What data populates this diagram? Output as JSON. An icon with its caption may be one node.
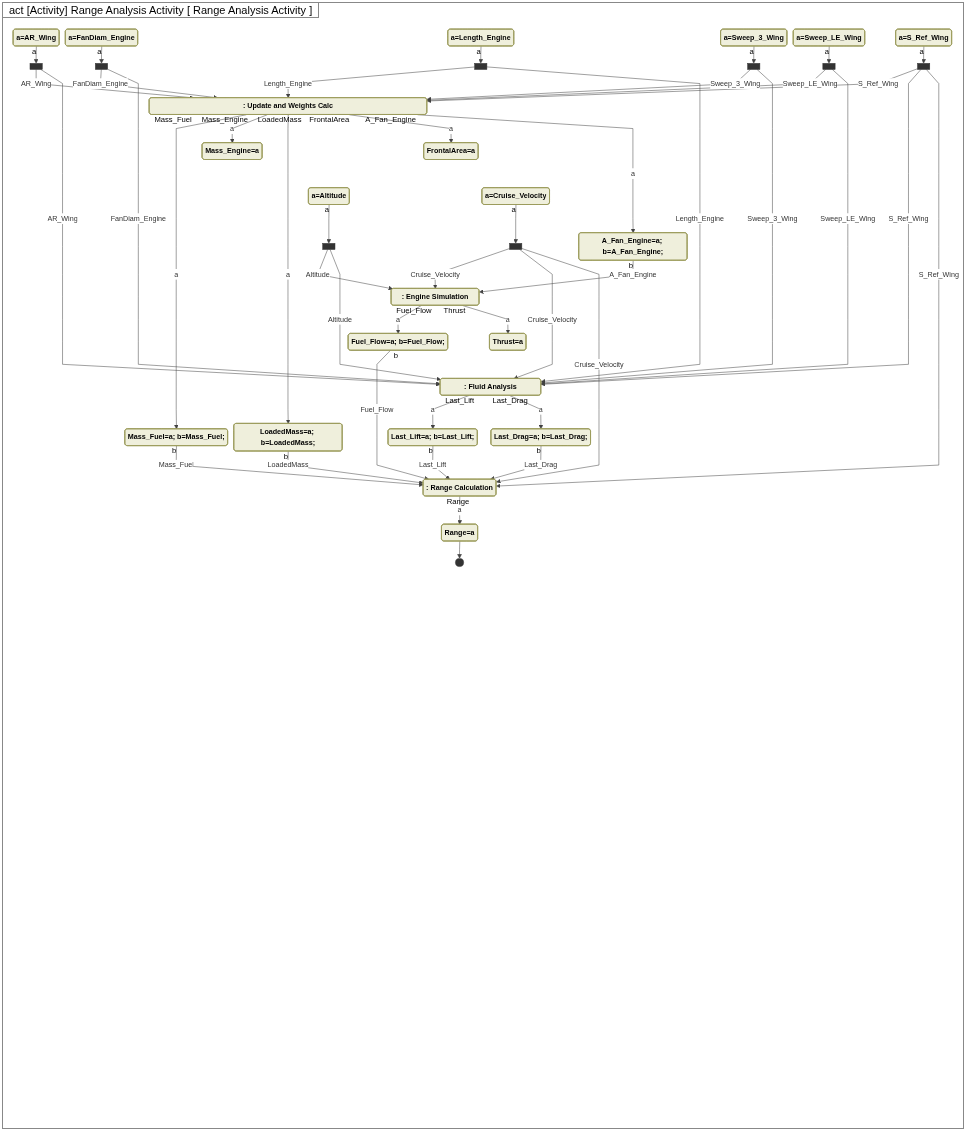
{
  "diagram": {
    "title": "act [Activity] Range Analysis Activity [ Range Analysis Activity ]",
    "nodes": [
      {
        "text": [
          "a=AR_Wing"
        ],
        "beside": [
          "a"
        ]
      },
      {
        "text": [
          "a=FanDiam_Engine"
        ],
        "beside": [
          "a"
        ]
      },
      {
        "text": [
          "a=Length_Engine"
        ],
        "beside": [
          "a"
        ]
      },
      {
        "text": [
          "a=Sweep_3_Wing"
        ],
        "beside": [
          "a"
        ]
      },
      {
        "text": [
          "a=Sweep_LE_Wing"
        ],
        "beside": [
          "a"
        ]
      },
      {
        "text": [
          "a=S_Ref_Wing"
        ],
        "beside": [
          "a"
        ]
      },
      {
        "text": [],
        "shape": "bar"
      },
      {
        "text": [],
        "shape": "bar"
      },
      {
        "text": [],
        "shape": "bar"
      },
      {
        "text": [],
        "shape": "bar"
      },
      {
        "text": [],
        "shape": "bar"
      },
      {
        "text": [],
        "shape": "bar"
      },
      {
        "text": [
          ": Update and Weights Calc"
        ],
        "beside": [
          "Mass_Fuel",
          "Mass_Engine",
          "LoadedMass",
          "FrontalArea",
          "A_Fan_Engine"
        ]
      },
      {
        "text": [
          "Mass_Fuel=a; b=Mass_Fuel;"
        ],
        "beside": [
          "b"
        ]
      },
      {
        "text": [
          "Mass_Engine=a"
        ]
      },
      {
        "text": [
          "LoadedMass=a; b=LoadedMass;"
        ],
        "beside": [
          "b"
        ]
      },
      {
        "text": [
          "FrontalArea=a"
        ]
      },
      {
        "text": [
          "A_Fan_Engine=a; b=A_Fan_Engine;"
        ],
        "beside": [
          "b"
        ]
      },
      {
        "text": [
          "a=Altitude"
        ],
        "beside": [
          "a"
        ]
      },
      {
        "text": [
          "a=Cruise_Velocity"
        ],
        "beside": [
          "a"
        ]
      },
      {
        "text": [],
        "shape": "bar"
      },
      {
        "text": [],
        "shape": "bar"
      },
      {
        "text": [
          ": Engine Simulation"
        ],
        "beside": [
          "Fuel_Flow",
          "Thrust"
        ]
      },
      {
        "text": [
          "Fuel_Flow=a; b=Fuel_Flow;"
        ],
        "beside": [
          "b"
        ]
      },
      {
        "text": [
          "Thrust=a"
        ]
      },
      {
        "text": [
          ": Fluid Analysis"
        ],
        "beside": [
          "Last_Lift",
          "Last_Drag"
        ]
      },
      {
        "text": [
          "Last_Lift=a; b=Last_Lift;"
        ],
        "beside": [
          "b"
        ]
      },
      {
        "text": [
          "Last_Drag=a; b=Last_Drag;"
        ],
        "beside": [
          "b"
        ]
      },
      {
        "text": [
          ": Range Calculation"
        ],
        "beside": [
          "Range"
        ]
      },
      {
        "text": [
          "Range=a"
        ]
      },
      {
        "text": [],
        "shape": "circle"
      }
    ],
    "edges": [
      {
        "from": 0,
        "to": 6,
        "arrow": "to"
      },
      {
        "from": 1,
        "to": 7,
        "arrow": "to"
      },
      {
        "from": 2,
        "to": 8,
        "arrow": "to"
      },
      {
        "from": 3,
        "to": 9,
        "arrow": "to"
      },
      {
        "from": 4,
        "to": 10,
        "arrow": "to"
      },
      {
        "from": 5,
        "to": 11,
        "arrow": "to"
      },
      {
        "from": 6,
        "to": 12,
        "arrow": "to",
        "label": "AR_Wing"
      },
      {
        "from": 7,
        "to": 12,
        "arrow": "to",
        "label": "FanDiam_Engine"
      },
      {
        "from": 8,
        "to": 12,
        "arrow": "to",
        "label": "Length_Engine"
      },
      {
        "from": 9,
        "to": 12,
        "arrow": "to",
        "label": "Sweep_3_Wing"
      },
      {
        "from": 10,
        "to": 12,
        "arrow": "to",
        "label": "Sweep_LE_Wing"
      },
      {
        "from": 11,
        "to": 12,
        "arrow": "to",
        "label": "S_Ref_Wing"
      },
      {
        "from": 12,
        "to": 13,
        "arrow": "to",
        "label": "a"
      },
      {
        "from": 12,
        "to": 14,
        "arrow": "to",
        "label": "a"
      },
      {
        "from": 12,
        "to": 15,
        "arrow": "to",
        "label": "a"
      },
      {
        "from": 12,
        "to": 16,
        "arrow": "to",
        "label": "a"
      },
      {
        "from": 12,
        "to": 17,
        "arrow": "to",
        "label": "a"
      },
      {
        "from": 18,
        "to": 20,
        "arrow": "to"
      },
      {
        "from": 19,
        "to": 21,
        "arrow": "to"
      },
      {
        "from": 20,
        "to": 22,
        "arrow": "to",
        "label": "Altitude"
      },
      {
        "from": 17,
        "to": 22,
        "arrow": "to",
        "label": "A_Fan_Engine"
      },
      {
        "from": 21,
        "to": 22,
        "arrow": "to",
        "label": "Cruise_Velocity"
      },
      {
        "from": 22,
        "to": 23,
        "arrow": "to",
        "label": "a"
      },
      {
        "from": 22,
        "to": 24,
        "arrow": "to",
        "label": "a"
      },
      {
        "from": 20,
        "to": 25,
        "arrow": "to",
        "label": "Altitude"
      },
      {
        "from": 6,
        "to": 25,
        "arrow": "to",
        "label": "AR_Wing"
      },
      {
        "from": 7,
        "to": 25,
        "arrow": "to",
        "label": "FanDiam_Engine"
      },
      {
        "from": 8,
        "to": 25,
        "arrow": "to",
        "label": "Length_Engine"
      },
      {
        "from": 9,
        "to": 25,
        "arrow": "to",
        "label": "Sweep_3_Wing"
      },
      {
        "from": 10,
        "to": 25,
        "arrow": "to",
        "label": "Sweep_LE_Wing"
      },
      {
        "from": 11,
        "to": 25,
        "arrow": "to",
        "label": "S_Ref_Wing"
      },
      {
        "from": 21,
        "to": 25,
        "arrow": "to",
        "label": "Cruise_Velocity"
      },
      {
        "from": 25,
        "to": 26,
        "arrow": "to",
        "label": "a"
      },
      {
        "from": 25,
        "to": 27,
        "arrow": "to",
        "label": "a"
      },
      {
        "from": 23,
        "to": 28,
        "arrow": "to",
        "label": "Fuel_Flow"
      },
      {
        "from": 26,
        "to": 28,
        "arrow": "to",
        "label": "Last_Lift"
      },
      {
        "from": 13,
        "to": 28,
        "arrow": "to",
        "label": "Mass_Fuel"
      },
      {
        "from": 15,
        "to": 28,
        "arrow": "to",
        "label": "LoadedMass"
      },
      {
        "from": 27,
        "to": 28,
        "arrow": "to",
        "label": "Last_Drag"
      },
      {
        "from": 11,
        "to": 28,
        "arrow": "to",
        "label": "S_Ref_Wing"
      },
      {
        "from": 21,
        "to": 28,
        "arrow": "to",
        "label": "Cruise_Velocity"
      },
      {
        "from": 28,
        "to": 29,
        "arrow": "to",
        "label": "a"
      },
      {
        "from": 29,
        "to": 30,
        "arrow": "to"
      }
    ]
  }
}
